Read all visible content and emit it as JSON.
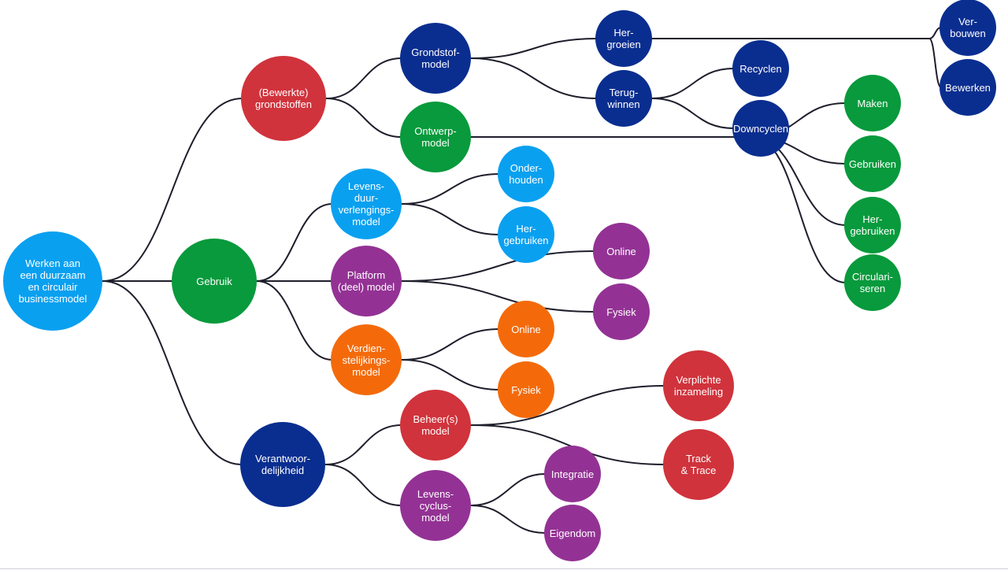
{
  "colors": {
    "light_blue": "#0aa0f0",
    "red": "#d0333c",
    "green": "#089a3c",
    "navy": "#0a2e90",
    "purple": "#933294",
    "orange": "#f46a0a",
    "line": "#1e1e2c"
  },
  "diagram": {
    "nodes": [
      {
        "id": "root",
        "label": "Werken aan\neen duurzaam\nen circulair\nbusinessmodel",
        "color": "light_blue"
      },
      {
        "id": "grondstoffen",
        "label": "(Bewerkte)\ngrondstoffen",
        "color": "red"
      },
      {
        "id": "gebruik",
        "label": "Gebruik",
        "color": "green"
      },
      {
        "id": "verantwoordelijkheid",
        "label": "Verantwoor-\ndelijkheid",
        "color": "navy"
      },
      {
        "id": "grondstofmodel",
        "label": "Grondstof-\nmodel",
        "color": "navy"
      },
      {
        "id": "ontwerpmodel",
        "label": "Ontwerp-\nmodel",
        "color": "green"
      },
      {
        "id": "levensduur",
        "label": "Levens-\nduur-\nverlengings-\nmodel",
        "color": "light_blue"
      },
      {
        "id": "platform",
        "label": "Platform\n(deel) model",
        "color": "purple"
      },
      {
        "id": "verdien",
        "label": "Verdien-\nstelijkings-\nmodel",
        "color": "orange"
      },
      {
        "id": "beheer",
        "label": "Beheer(s)\nmodel",
        "color": "red"
      },
      {
        "id": "levenscyclus",
        "label": "Levens-\ncyclus-\nmodel",
        "color": "purple"
      },
      {
        "id": "hergroeien",
        "label": "Her-\ngroeien",
        "color": "navy"
      },
      {
        "id": "terugwinnen",
        "label": "Terug-\nwinnen",
        "color": "navy"
      },
      {
        "id": "recyclen",
        "label": "Recyclen",
        "color": "navy"
      },
      {
        "id": "downcyclen",
        "label": "Downcyclen",
        "color": "navy"
      },
      {
        "id": "verbouwen",
        "label": "Ver-\nbouwen",
        "color": "navy"
      },
      {
        "id": "bewerken",
        "label": "Bewerken",
        "color": "navy"
      },
      {
        "id": "maken",
        "label": "Maken",
        "color": "green"
      },
      {
        "id": "gebruiken",
        "label": "Gebruiken",
        "color": "green"
      },
      {
        "id": "hergebruiken_g",
        "label": "Her-\ngebruiken",
        "color": "green"
      },
      {
        "id": "circulariseren",
        "label": "Circulari-\nseren",
        "color": "green"
      },
      {
        "id": "onderhouden",
        "label": "Onder-\nhouden",
        "color": "light_blue"
      },
      {
        "id": "hergebruiken_b",
        "label": "Her-\ngebruiken",
        "color": "light_blue"
      },
      {
        "id": "online_p",
        "label": "Online",
        "color": "purple"
      },
      {
        "id": "fysiek_p",
        "label": "Fysiek",
        "color": "purple"
      },
      {
        "id": "online_o",
        "label": "Online",
        "color": "orange"
      },
      {
        "id": "fysiek_o",
        "label": "Fysiek",
        "color": "orange"
      },
      {
        "id": "verplichte",
        "label": "Verplichte\ninzameling",
        "color": "red"
      },
      {
        "id": "track",
        "label": "Track\n& Trace",
        "color": "red"
      },
      {
        "id": "integratie",
        "label": "Integratie",
        "color": "purple"
      },
      {
        "id": "eigendom",
        "label": "Eigendom",
        "color": "purple"
      }
    ],
    "edges": [
      [
        "root",
        "grondstoffen"
      ],
      [
        "root",
        "gebruik"
      ],
      [
        "root",
        "verantwoordelijkheid"
      ],
      [
        "grondstoffen",
        "grondstofmodel"
      ],
      [
        "grondstoffen",
        "ontwerpmodel"
      ],
      [
        "grondstofmodel",
        "hergroeien"
      ],
      [
        "grondstofmodel",
        "terugwinnen"
      ],
      [
        "hergroeien",
        "verbouwen"
      ],
      [
        "hergroeien",
        "bewerken"
      ],
      [
        "terugwinnen",
        "recyclen"
      ],
      [
        "terugwinnen",
        "downcyclen"
      ],
      [
        "ontwerpmodel",
        "maken"
      ],
      [
        "ontwerpmodel",
        "gebruiken"
      ],
      [
        "ontwerpmodel",
        "hergebruiken_g"
      ],
      [
        "ontwerpmodel",
        "circulariseren"
      ],
      [
        "gebruik",
        "levensduur"
      ],
      [
        "gebruik",
        "platform"
      ],
      [
        "gebruik",
        "verdien"
      ],
      [
        "levensduur",
        "onderhouden"
      ],
      [
        "levensduur",
        "hergebruiken_b"
      ],
      [
        "platform",
        "online_p"
      ],
      [
        "platform",
        "fysiek_p"
      ],
      [
        "verdien",
        "online_o"
      ],
      [
        "verdien",
        "fysiek_o"
      ],
      [
        "verantwoordelijkheid",
        "beheer"
      ],
      [
        "verantwoordelijkheid",
        "levenscyclus"
      ],
      [
        "beheer",
        "verplichte"
      ],
      [
        "beheer",
        "track"
      ],
      [
        "levenscyclus",
        "integratie"
      ],
      [
        "levenscyclus",
        "eigendom"
      ]
    ]
  }
}
